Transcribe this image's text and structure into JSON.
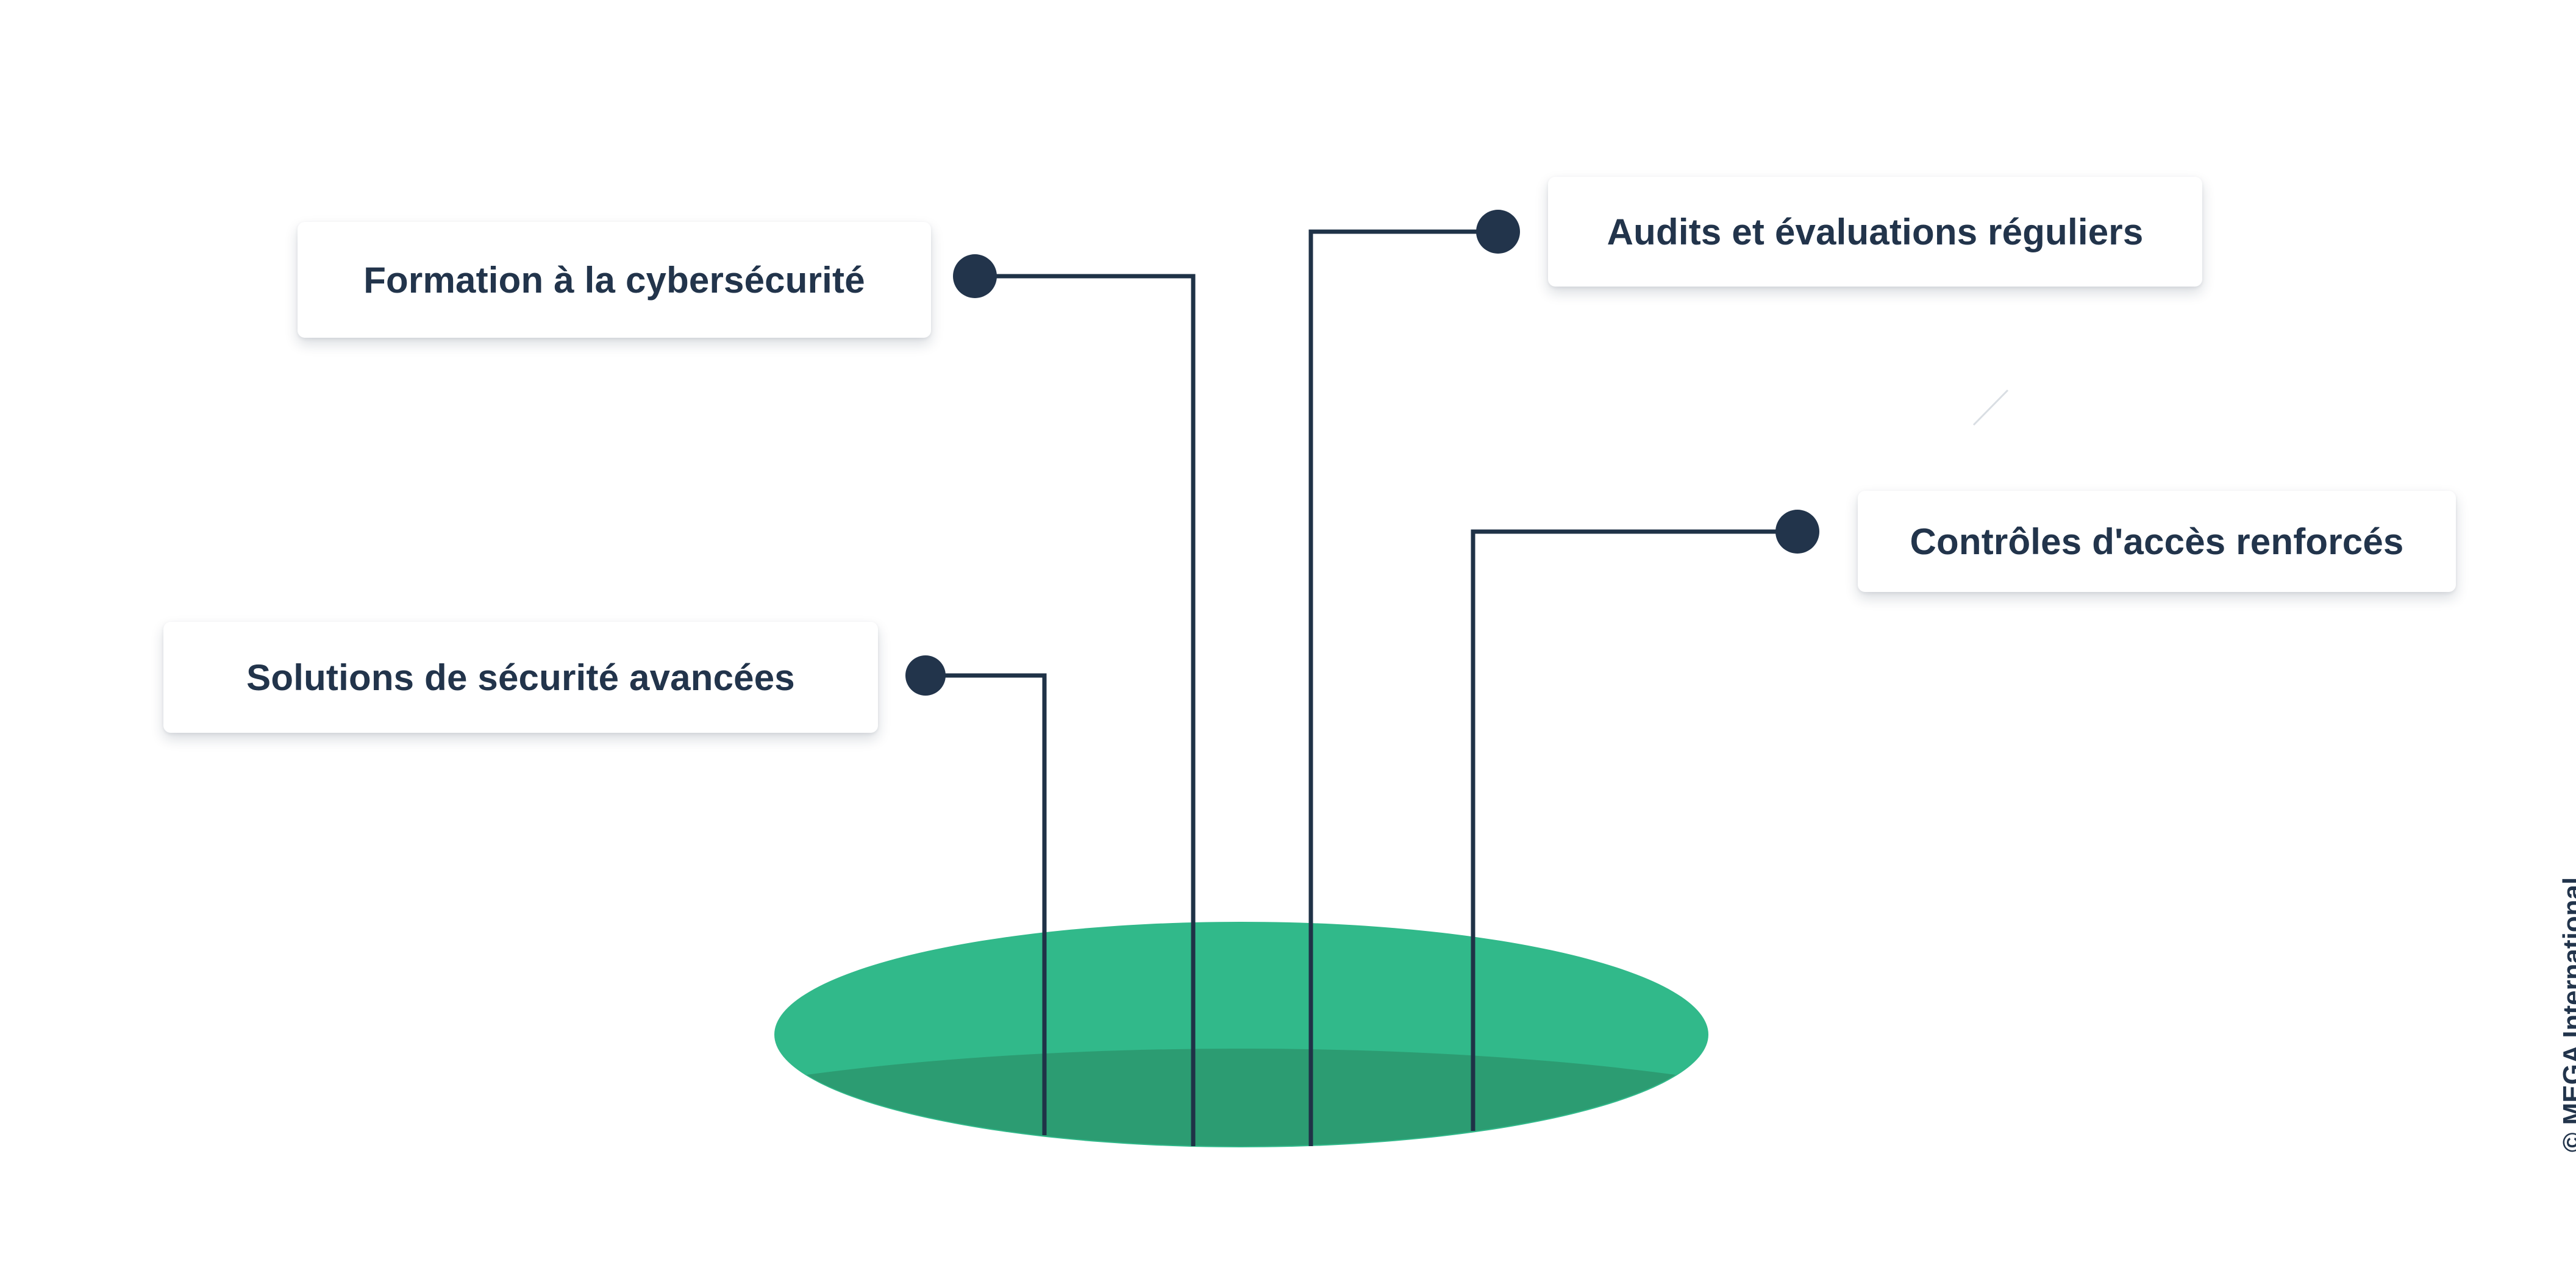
{
  "colors": {
    "background": "#ffffff",
    "ellipse_outer": "#31b98a",
    "ellipse_inner": "#2c9c72",
    "connector": "#1f3247",
    "node": "#22344b",
    "label_text": "#22344b"
  },
  "labels": {
    "formation": "Formation à la cybersécurité",
    "audits": "Audits et évaluations réguliers",
    "controles": "Contrôles d'accès renforcés",
    "solutions": "Solutions de sécurité avancées"
  },
  "copyright": "© MEGA International"
}
